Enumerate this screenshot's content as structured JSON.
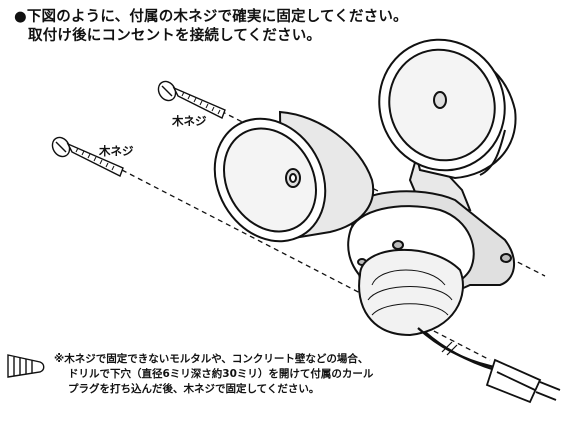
{
  "instructions": {
    "line1": "●下図のように、付属の木ネジで確実に固定してください。",
    "line2": "取付け後にコンセントを接続してください。"
  },
  "labels": {
    "screw_upper": "木ネジ",
    "screw_lower": "木ネジ"
  },
  "note": {
    "line1": "※木ネジで固定できないモルタルや、コンクリート壁などの場合、",
    "line2": "ドリルで下穴（直径6ミリ深さ約30ミリ）を開けて付属のカール",
    "line3": "プラグを打ち込んだ後、木ネジで固定してください。"
  }
}
